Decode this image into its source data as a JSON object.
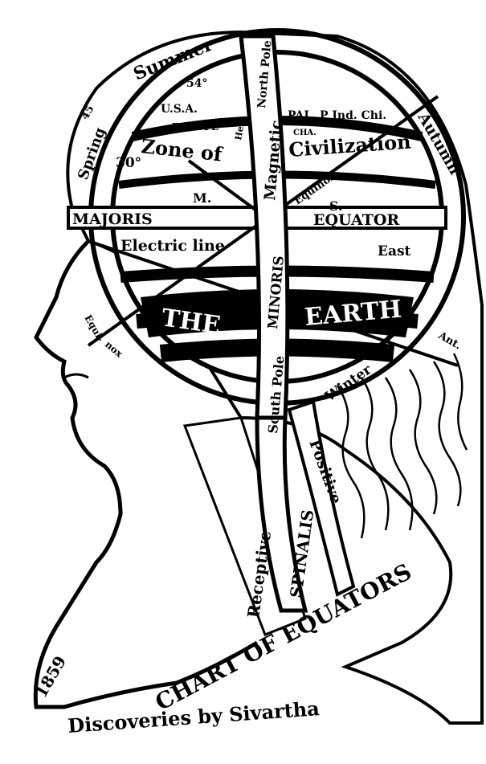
{
  "colors": {
    "ink": "#000000",
    "paper": "#ffffff"
  },
  "labels": {
    "summer": "Summer",
    "spring": "Spring",
    "n45": "45",
    "n54": "54°",
    "n30": "30°",
    "usa": "U.S.A.",
    "europe": "EUROPE",
    "zone_of": "Zone of",
    "hel": "Hel",
    "magnetic": "Magnetic",
    "north_pole": "North Pole",
    "pal": "PAL. P Ind. Chi.",
    "cha": "CHA.",
    "civilization": "Civilization",
    "autumn": "Autumn",
    "m": "M.",
    "equinox": "Equinox",
    "s": "S.",
    "majoris": "MAJORIS",
    "equator": "EQUATOR",
    "electric_line": "Electric line",
    "east": "East",
    "the": "THE",
    "earth": "EARTH",
    "minoris": "MINORIS",
    "south_pole": "South Pole",
    "equi": "Equi-",
    "nox": "nox",
    "ant": "Ant.",
    "winter": "Winter",
    "receptive": "Receptive",
    "spinalis": "SPINALIS",
    "positive": "Positive",
    "chart_title": "CHART OF EQUATORS",
    "year": "1859",
    "credit": "Discoveries by Sivartha"
  }
}
